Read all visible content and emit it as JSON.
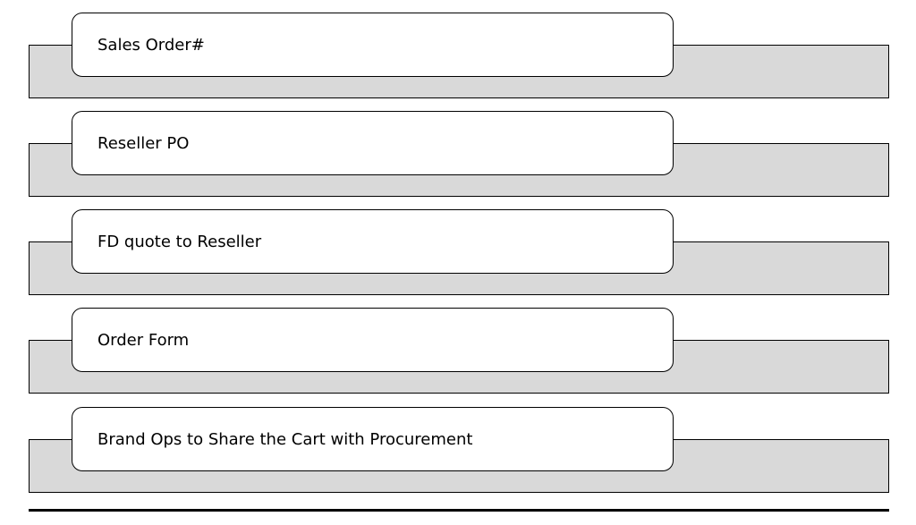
{
  "diagram": {
    "steps": [
      {
        "label": "Sales Order#"
      },
      {
        "label": "Reseller PO"
      },
      {
        "label": "FD quote to Reseller"
      },
      {
        "label": "Order Form"
      },
      {
        "label": "Brand Ops to Share the Cart with Procurement"
      }
    ],
    "colors": {
      "band_fill": "#d9d9d9",
      "box_fill": "#ffffff",
      "stroke": "#000000"
    }
  }
}
